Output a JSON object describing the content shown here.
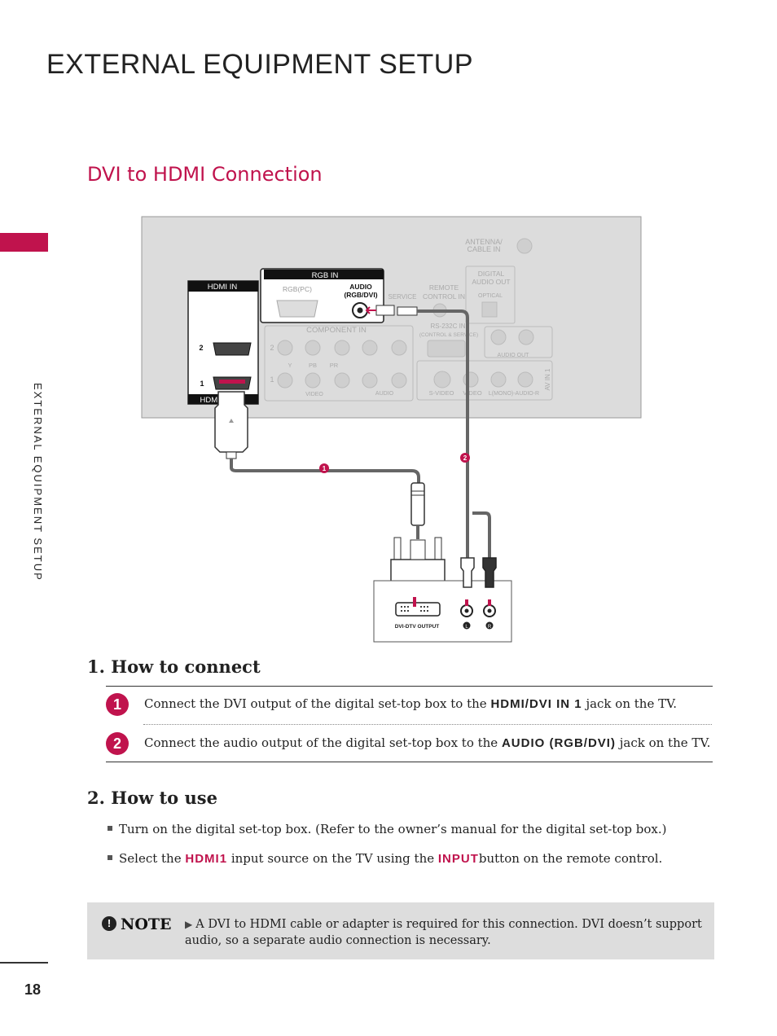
{
  "page": {
    "title": "EXTERNAL EQUIPMENT SETUP",
    "side_label": "EXTERNAL EQUIPMENT SETUP",
    "section_title": "DVI to HDMI Connection",
    "page_number": "18"
  },
  "diagram": {
    "hdmi_in_label": "HDMI IN",
    "hdmi_port_2": "2",
    "hdmi_port_1": "1",
    "hdmi_dvi_in_label": "HDMI/DVI IN",
    "rgb_in_label": "RGB IN",
    "rgb_pc_label": "RGB(PC)",
    "audio_rgb_dvi_label_1": "AUDIO",
    "audio_rgb_dvi_label_2": "(RGB/DVI)",
    "service_label": "SERVICE",
    "remote_control_in_1": "REMOTE",
    "remote_control_in_2": "CONTROL IN",
    "antenna_1": "ANTENNA/",
    "antenna_2": "CABLE IN",
    "digital_audio_out_1": "DIGITAL",
    "digital_audio_out_2": "AUDIO OUT",
    "optical_label": "OPTICAL",
    "component_in_label": "COMPONENT IN",
    "component_row_2": "2",
    "component_row_1": "1",
    "y_label": "Y",
    "pb_label": "PB",
    "pr_label": "PR",
    "video_label": "VIDEO",
    "audio_label": "AUDIO",
    "rs232c_1": "RS-232C IN",
    "rs232c_2": "(CONTROL & SERVICE)",
    "audio_out_label": "AUDIO OUT",
    "s_video_label": "S-VIDEO",
    "av_video_label": "VIDEO",
    "av_audio_label": "L(MONO)-AUDIO-R",
    "av_in_label": "AV IN 1",
    "dvi_dtv_output": "DVI-DTV OUTPUT",
    "l_label": "L",
    "r_label": "R",
    "callout_1": "1",
    "callout_2": "2"
  },
  "how_to_connect": {
    "heading": "1. How to connect",
    "steps": [
      {
        "num": "1",
        "before": "Connect the DVI output of the digital set-top box to the",
        "keyword": "HDMI/DVI IN 1",
        "after": "jack on the TV."
      },
      {
        "num": "2",
        "before": "Connect the audio output of the digital set-top box to the",
        "keyword": "AUDIO (RGB/DVI)",
        "after": "jack on the TV."
      }
    ]
  },
  "how_to_use": {
    "heading": "2. How to use",
    "bullets": [
      {
        "text": "Turn on the digital set-top box. (Refer to the owner’s manual for the digital set-top box.)"
      },
      {
        "before": "Select the",
        "kw1": "HDMI1",
        "middle": "input source on the TV using the",
        "kw2": "INPUT",
        "after": "button on the remote control."
      }
    ]
  },
  "note": {
    "icon": "!",
    "label": "NOTE",
    "arrow": "▶",
    "text": "A DVI to HDMI cable or adapter is required for this connection. DVI doesn’t support audio, so a separate audio connection is necessary."
  },
  "colors": {
    "accent": "#c0134d",
    "panel": "#dcdcdc",
    "note_bg": "#dddddd"
  }
}
